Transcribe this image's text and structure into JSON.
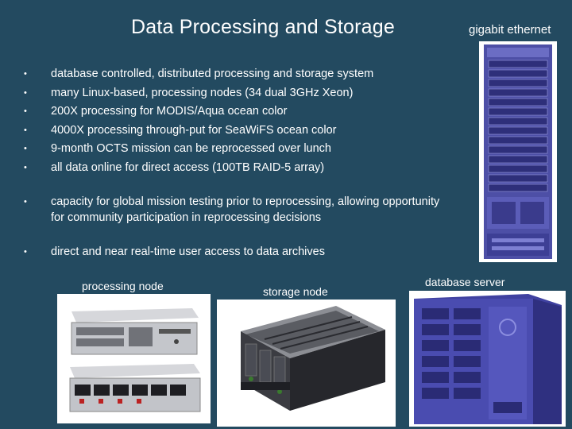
{
  "slide": {
    "title": "Data Processing and Storage",
    "bullet_marker": "•",
    "bullets_group1": [
      "database controlled, distributed processing and storage system",
      "many Linux-based, processing nodes (34 dual 3GHz Xeon)",
      "200X processing for MODIS/Aqua ocean color",
      "4000X processing through-put for SeaWiFS ocean color",
      "9-month OCTS mission can be reprocessed over lunch",
      "all data online for direct access (100TB RAID-5 array)"
    ],
    "bullet_capacity": "capacity for global mission testing prior to reprocessing, allowing opportunity for community participation in reprocessing decisions",
    "bullet_access": "direct and near real-time user access to data archives",
    "captions": {
      "gigabit": "gigabit ethernet",
      "processing": "processing node",
      "storage": "storage node",
      "database": "database server"
    }
  }
}
